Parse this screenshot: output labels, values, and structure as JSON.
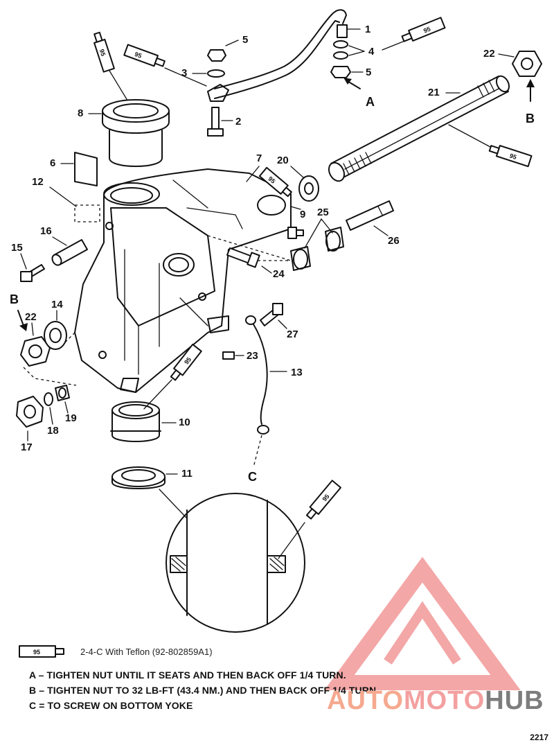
{
  "callouts": {
    "c1": "1",
    "c2": "2",
    "c3": "3",
    "c4": "4",
    "c5a": "5",
    "c5b": "5",
    "c6": "6",
    "c7": "7",
    "c8": "8",
    "c9": "9",
    "c10": "10",
    "c11": "11",
    "c12": "12",
    "c13": "13",
    "c14": "14",
    "c15": "15",
    "c16": "16",
    "c17": "17",
    "c18": "18",
    "c19": "19",
    "c20": "20",
    "c21": "21",
    "c22a": "22",
    "c22b": "22",
    "c23": "23",
    "c24": "24",
    "c25": "25",
    "c26": "26",
    "c27": "27"
  },
  "markers": {
    "A": "A",
    "B1": "B",
    "B2": "B",
    "C": "C"
  },
  "tube_label": "95",
  "legend": {
    "label": "2-4-C With Teflon (92-802859A1)"
  },
  "notes": [
    "A – TIGHTEN  NUT UNTIL IT SEATS AND THEN BACK OFF 1/4 TURN.",
    "B – TIGHTEN NUT TO 32 LB-FT (43.4 NM.) AND THEN BACK OFF 1/4 TURN.",
    "C = TO SCREW ON BOTTOM YOKE"
  ],
  "figure_number": "2217",
  "watermark": {
    "part1": "AUTO",
    "part2": "MOTO",
    "part3": "HUB"
  },
  "colors": {
    "watermark_red": "#f08a8a",
    "watermark_orange": "#f5a98f",
    "watermark_gray": "#7d7d7d",
    "ink": "#111111"
  }
}
